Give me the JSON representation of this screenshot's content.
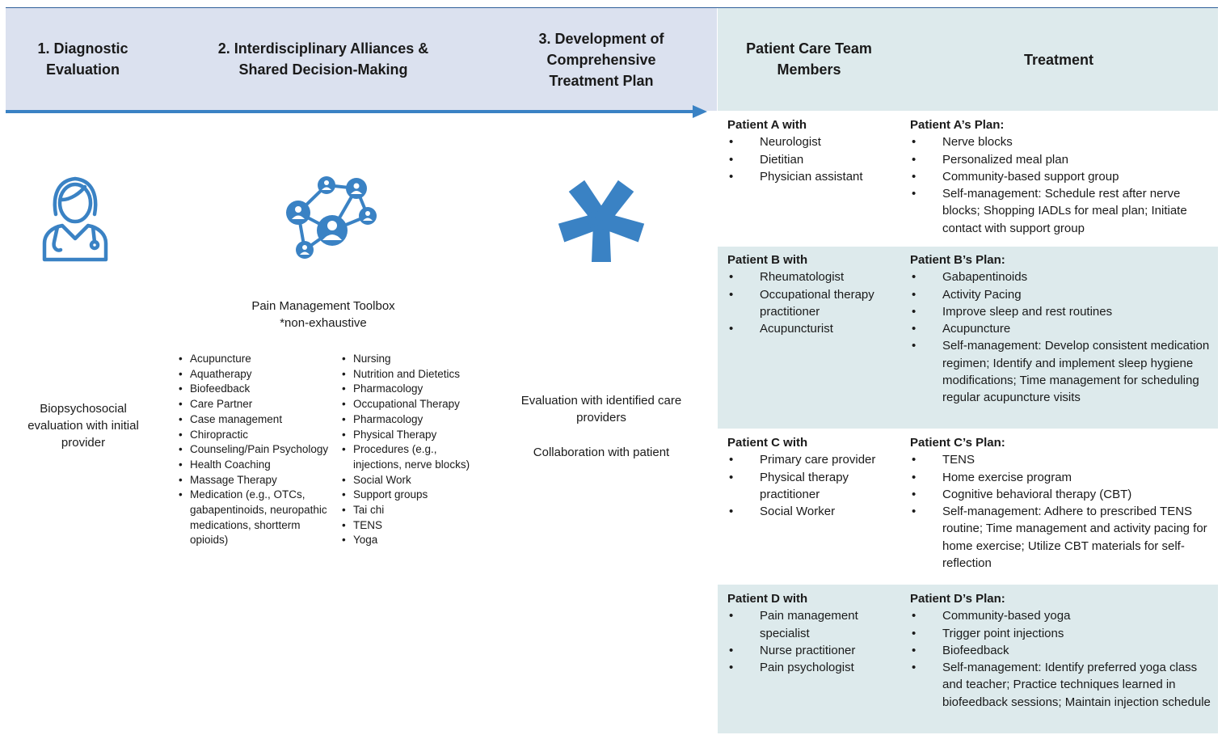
{
  "headers": {
    "step1": "1. Diagnostic Evaluation",
    "step2": "2. Interdisciplinary Alliances & Shared Decision-Making",
    "step3": "3. Development of Comprehensive Treatment Plan",
    "team": "Patient Care Team Members",
    "treatment": "Treatment"
  },
  "icons": {
    "step1": "doctor-icon",
    "step2": "network-icon",
    "step3": "hands-together-icon"
  },
  "step1_text": "Biopsychosocial evaluation with initial provider",
  "toolbox": {
    "title": "Pain Management Toolbox",
    "subtitle": "*non-exhaustive",
    "col1": [
      "Acupuncture",
      "Aquatherapy",
      "Biofeedback",
      "Care Partner",
      "Case management",
      "Chiropractic",
      "Counseling/Pain Psychology",
      "Health Coaching",
      "Massage Therapy",
      "Medication (e.g., OTCs, gabapentinoids, neuropathic medications, shortterm opioids)"
    ],
    "col2": [
      "Nursing",
      "Nutrition and Dietetics",
      "Pharmacology",
      "Occupational Therapy",
      "Pharmacology",
      "Physical Therapy",
      "Procedures (e.g., injections, nerve blocks)",
      "Social Work",
      "Support groups",
      "Tai chi",
      "TENS",
      "Yoga"
    ]
  },
  "step3_text1": "Evaluation with identified care providers",
  "step3_text2": "Collaboration with patient",
  "patients": [
    {
      "team_title": "Patient A with",
      "team": [
        "Neurologist",
        "Dietitian",
        "Physician assistant"
      ],
      "plan_title": "Patient A’s Plan:",
      "plan": [
        "Nerve blocks",
        "Personalized meal plan",
        "Community-based support group",
        "Self-management: Schedule rest after nerve blocks; Shopping IADLs for meal plan; Initiate contact with support group"
      ]
    },
    {
      "team_title": "Patient B with",
      "team": [
        "Rheumatologist",
        "Occupational therapy practitioner",
        "Acupuncturist"
      ],
      "plan_title": "Patient B’s Plan:",
      "plan": [
        "Gabapentinoids",
        "Activity Pacing",
        "Improve sleep and rest routines",
        "Acupuncture",
        "Self-management: Develop consistent medication regimen; Identify and implement sleep hygiene modifications; Time management for scheduling regular acupuncture visits"
      ]
    },
    {
      "team_title": "Patient C with",
      "team": [
        "Primary care provider",
        "Physical therapy practitioner",
        "Social Worker"
      ],
      "plan_title": "Patient C’s Plan:",
      "plan": [
        "TENS",
        "Home exercise program",
        "Cognitive behavioral therapy (CBT)",
        "Self-management: Adhere to prescribed TENS routine; Time management and activity pacing for home exercise; Utilize CBT materials for self-reflection"
      ]
    },
    {
      "team_title": "Patient D with",
      "team": [
        "Pain management specialist",
        "Nurse practitioner",
        "Pain psychologist"
      ],
      "plan_title": "Patient D’s Plan:",
      "plan": [
        "Community-based yoga",
        "Trigger point injections",
        "Biofeedback",
        "Self-management: Identify preferred yoga class and teacher; Practice techniques learned in biofeedback sessions; Maintain injection schedule"
      ]
    }
  ],
  "colors": {
    "accent": "#3a82c4",
    "header_left": "#dbe1ef",
    "header_right": "#ddeaec",
    "band": "#ddeaec"
  }
}
